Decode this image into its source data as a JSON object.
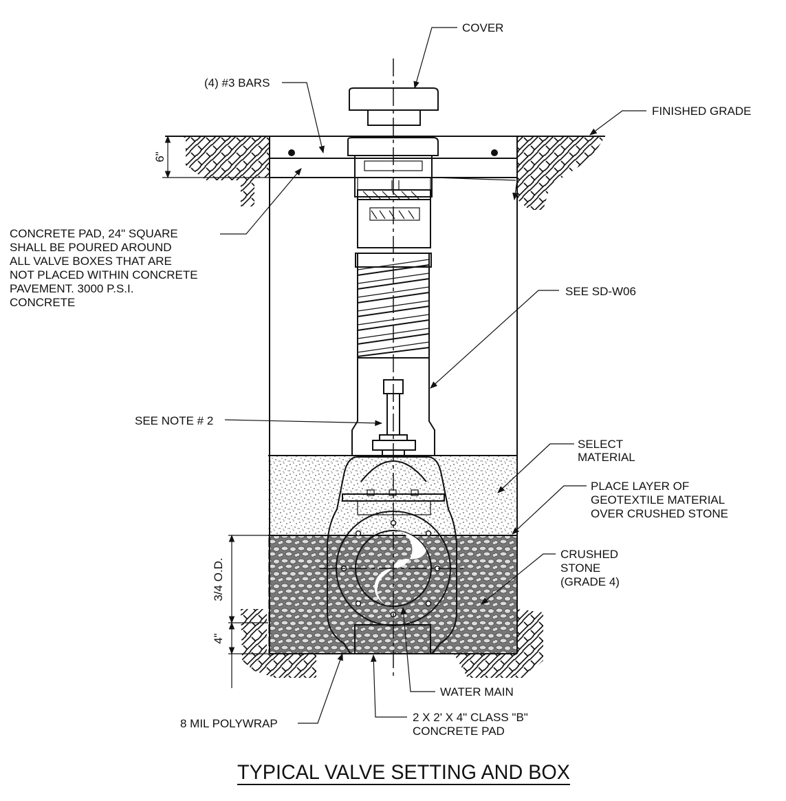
{
  "title": "TYPICAL VALVE SETTING AND BOX",
  "labels": {
    "cover": "COVER",
    "bars": "(4) #3 BARS",
    "finished_grade": "FINISHED GRADE",
    "concrete_pad": [
      "CONCRETE PAD, 24\" SQUARE",
      "SHALL BE POURED AROUND",
      "ALL VALVE BOXES THAT ARE",
      "NOT PLACED WITHIN CONCRETE",
      "PAVEMENT. 3000 P.S.I.",
      "CONCRETE"
    ],
    "see_sd": "SEE SD-W06",
    "see_note": "SEE NOTE # 2",
    "select_material": [
      "SELECT",
      "MATERIAL"
    ],
    "geotextile": [
      "PLACE LAYER OF",
      "GEOTEXTILE MATERIAL",
      "OVER CRUSHED STONE"
    ],
    "crushed_stone": [
      "CRUSHED",
      "STONE",
      "(GRADE 4)"
    ],
    "water_main": "WATER MAIN",
    "polywrap": "8 MIL POLYWRAP",
    "class_b": [
      "2 X 2' X 4\" CLASS \"B\"",
      "CONCRETE PAD"
    ]
  },
  "dimensions": {
    "pad": "6\"",
    "od": "3/4 O.D.",
    "base": "4\""
  },
  "colors": {
    "ink": "#111111",
    "pipe_fill": "#8a8a8a",
    "pad_fill": "#6e6e6e"
  }
}
